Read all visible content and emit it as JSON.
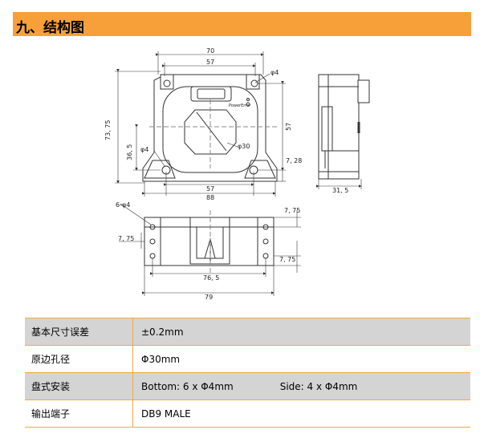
{
  "section": {
    "title": "九、结构图"
  },
  "drawing": {
    "front": {
      "top_width_outer": "70",
      "top_width_inner": "57",
      "height_total": "73, 75",
      "height_right": "57",
      "hole_mid_height": "36, 5",
      "hole_small_top": "φ4",
      "hole_small_left": "φ4",
      "aperture": "φ30",
      "bottom_inner": "57",
      "bottom_outer": "88",
      "right_low": "7, 28",
      "connector_label": "PowerError"
    },
    "side": {
      "depth": "31, 5"
    },
    "bottom": {
      "holes": "6-φ4",
      "left_offset": "7, 75",
      "right_top": "7, 75",
      "right_bottom": "7, 75",
      "inner_width": "76, 5",
      "outer_width": "79"
    }
  },
  "spec_table": {
    "rows": [
      {
        "key": "基本尺寸误差",
        "value": "±0.2mm"
      },
      {
        "key": "原边孔径",
        "value": "Φ30mm"
      },
      {
        "key": "盘式安装",
        "value_bottom": "Bottom:  6 x Φ4mm",
        "value_side": "Side:  4 x Φ4mm"
      },
      {
        "key": "输出端子",
        "value": "DB9 MALE"
      }
    ]
  }
}
